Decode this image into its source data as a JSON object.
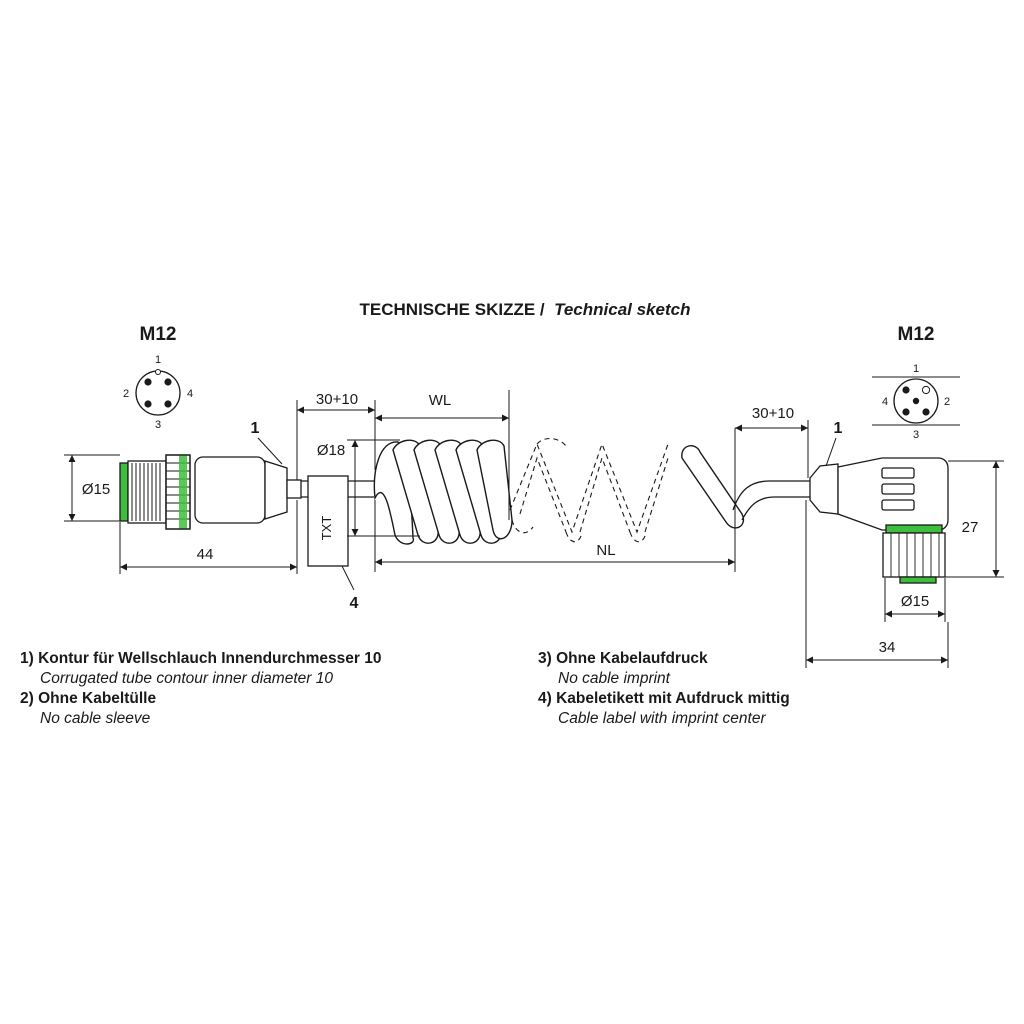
{
  "title": {
    "de": "TECHNISCHE SKIZZE /",
    "en": "Technical sketch"
  },
  "connector_left": {
    "label": "M12",
    "pins": [
      "1",
      "2",
      "3",
      "4"
    ],
    "diameter": "Ø15",
    "length": "44",
    "callout": "1"
  },
  "connector_right": {
    "label": "M12",
    "pins": [
      "1",
      "2",
      "3",
      "4"
    ],
    "diameter": "Ø15",
    "height": "27",
    "length": "34",
    "callout": "1"
  },
  "dimensions": {
    "left_offset": "30+10",
    "right_offset": "30+10",
    "winding_length": "WL",
    "coil_diameter": "Ø18",
    "nominal_length": "NL"
  },
  "label_tag": {
    "text": "TXT",
    "callout": "4"
  },
  "colors": {
    "accent_green": "#3dbf3d",
    "line": "#1a1a1a"
  },
  "notes": [
    {
      "de": "1) Kontur für Wellschlauch Innendurchmesser 10",
      "en": "Corrugated tube contour inner diameter 10"
    },
    {
      "de": "2) Ohne Kabeltülle",
      "en": "No cable sleeve"
    },
    {
      "de": "3) Ohne Kabelaufdruck",
      "en": "No cable imprint"
    },
    {
      "de": "4) Kabeletikett mit Aufdruck mittig",
      "en": "Cable label with imprint center"
    }
  ]
}
